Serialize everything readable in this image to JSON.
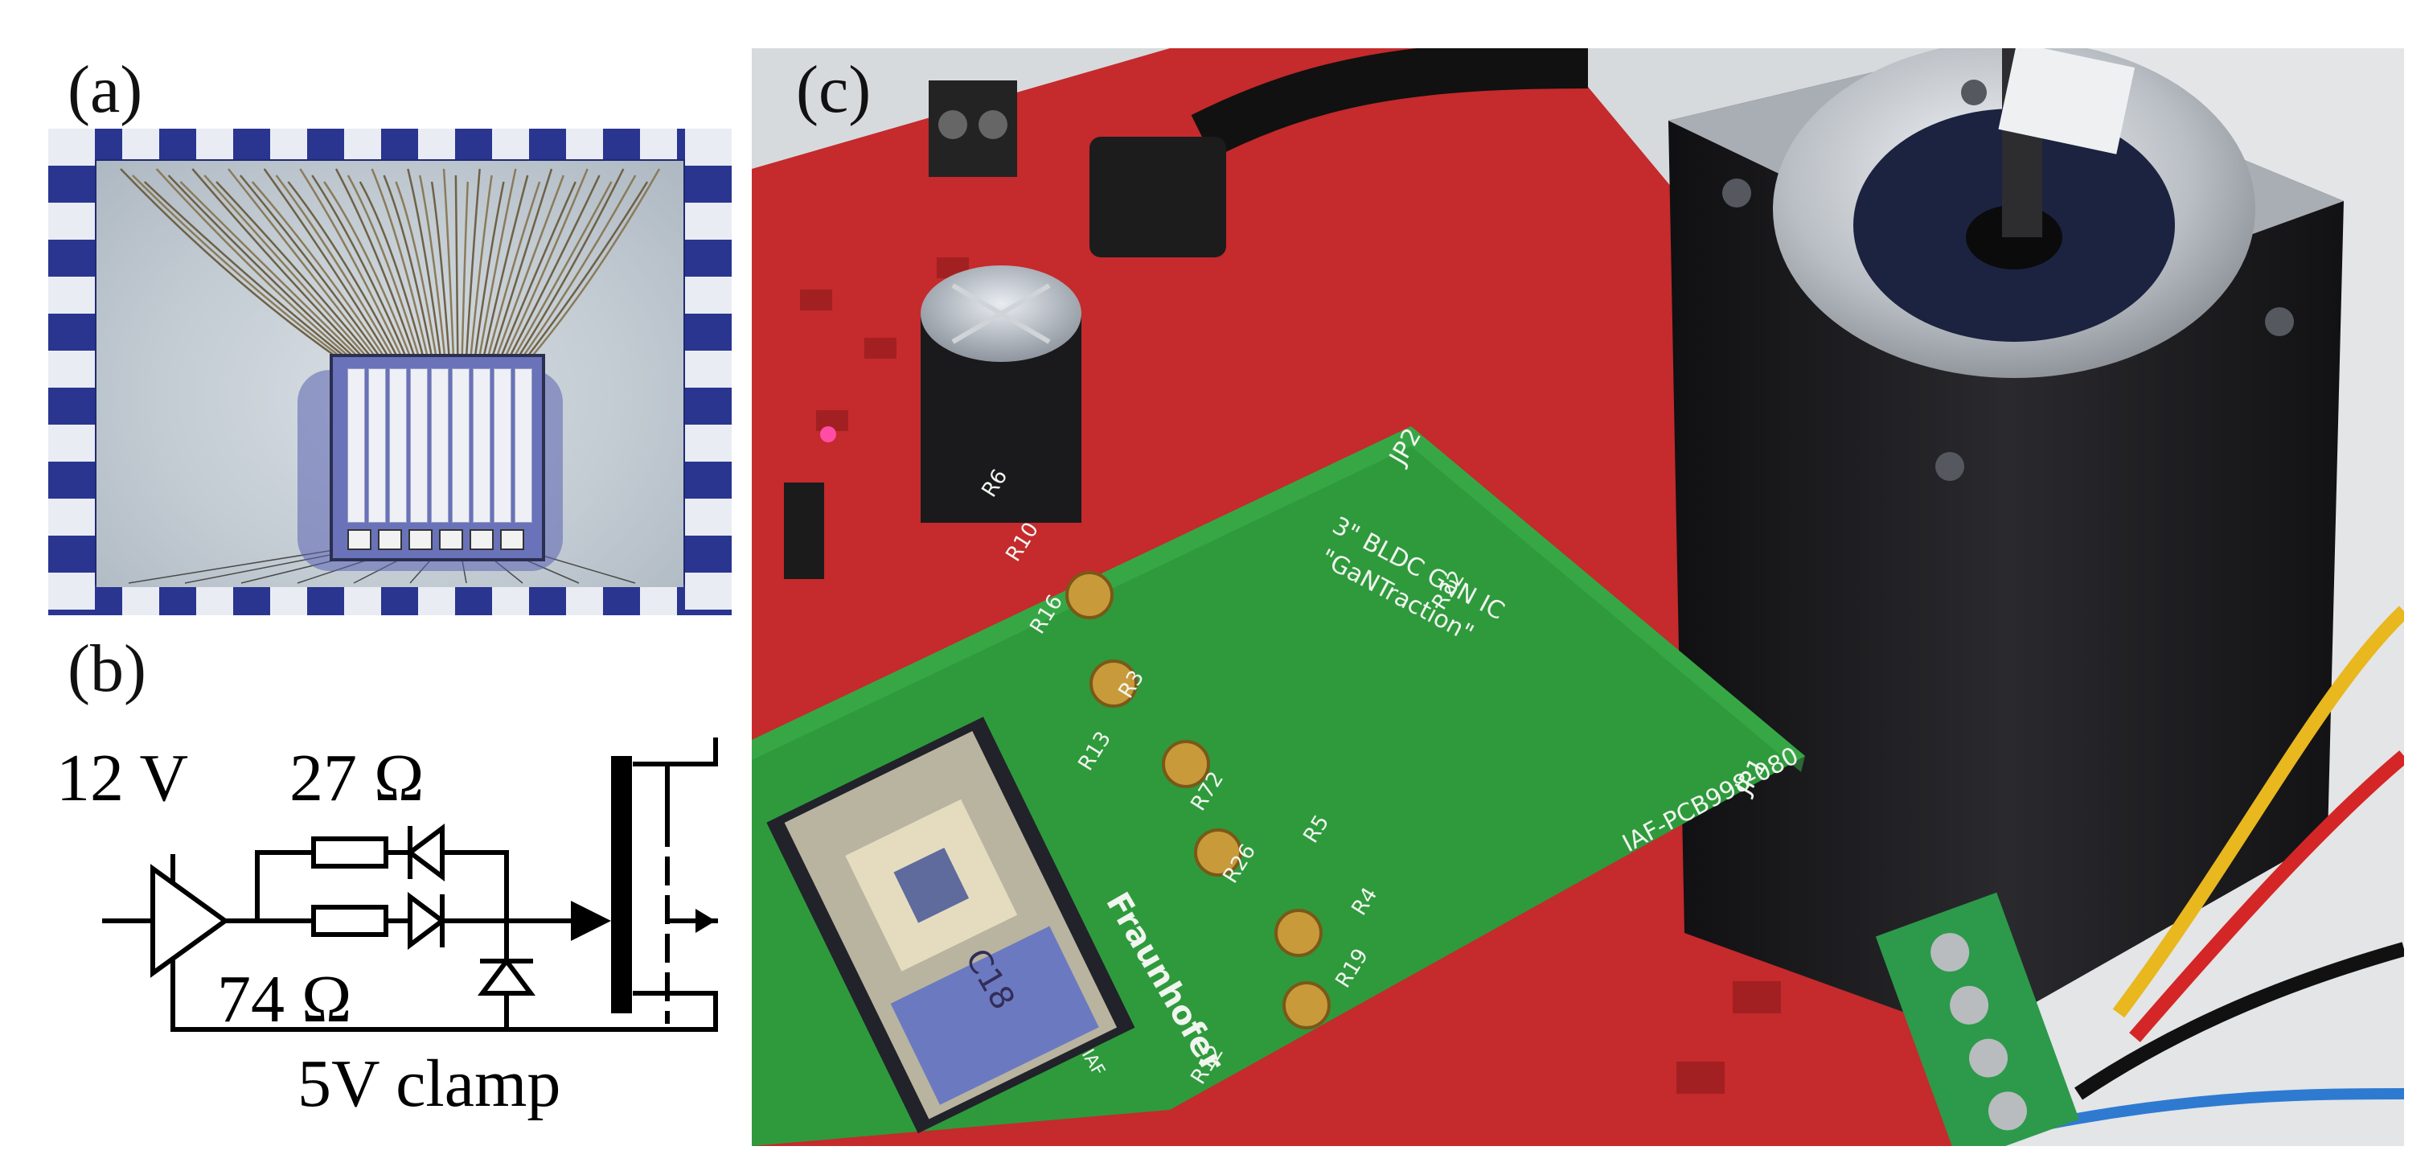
{
  "panels": {
    "a": {
      "label": "(a)"
    },
    "b": {
      "label": "(b)"
    },
    "c": {
      "label": "(c)"
    }
  },
  "schematic": {
    "supply": "12 V",
    "r_top": "27 Ω",
    "r_bottom": "74 Ω",
    "clamp": "5V clamp"
  },
  "photo": {
    "board_title": "3\" BLDC GaN IC",
    "board_name": "\"GaNTraction\"",
    "board_code": "IAF-PCB998-080",
    "brand": "Fraunhofer",
    "brand_sub": "IAF",
    "chip_mark": "C18",
    "jp1": "JP1",
    "jp2": "JP2",
    "refs": [
      "R6",
      "R10",
      "R16",
      "R3",
      "R13",
      "R72",
      "R26",
      "R5",
      "R4",
      "R19",
      "R12",
      "R22"
    ]
  },
  "colors": {
    "pcb_green": "#2e9a3c",
    "pcb_red": "#c82a2c",
    "motor_black": "#1d1d1f",
    "die_blue": "#1f2a72"
  }
}
